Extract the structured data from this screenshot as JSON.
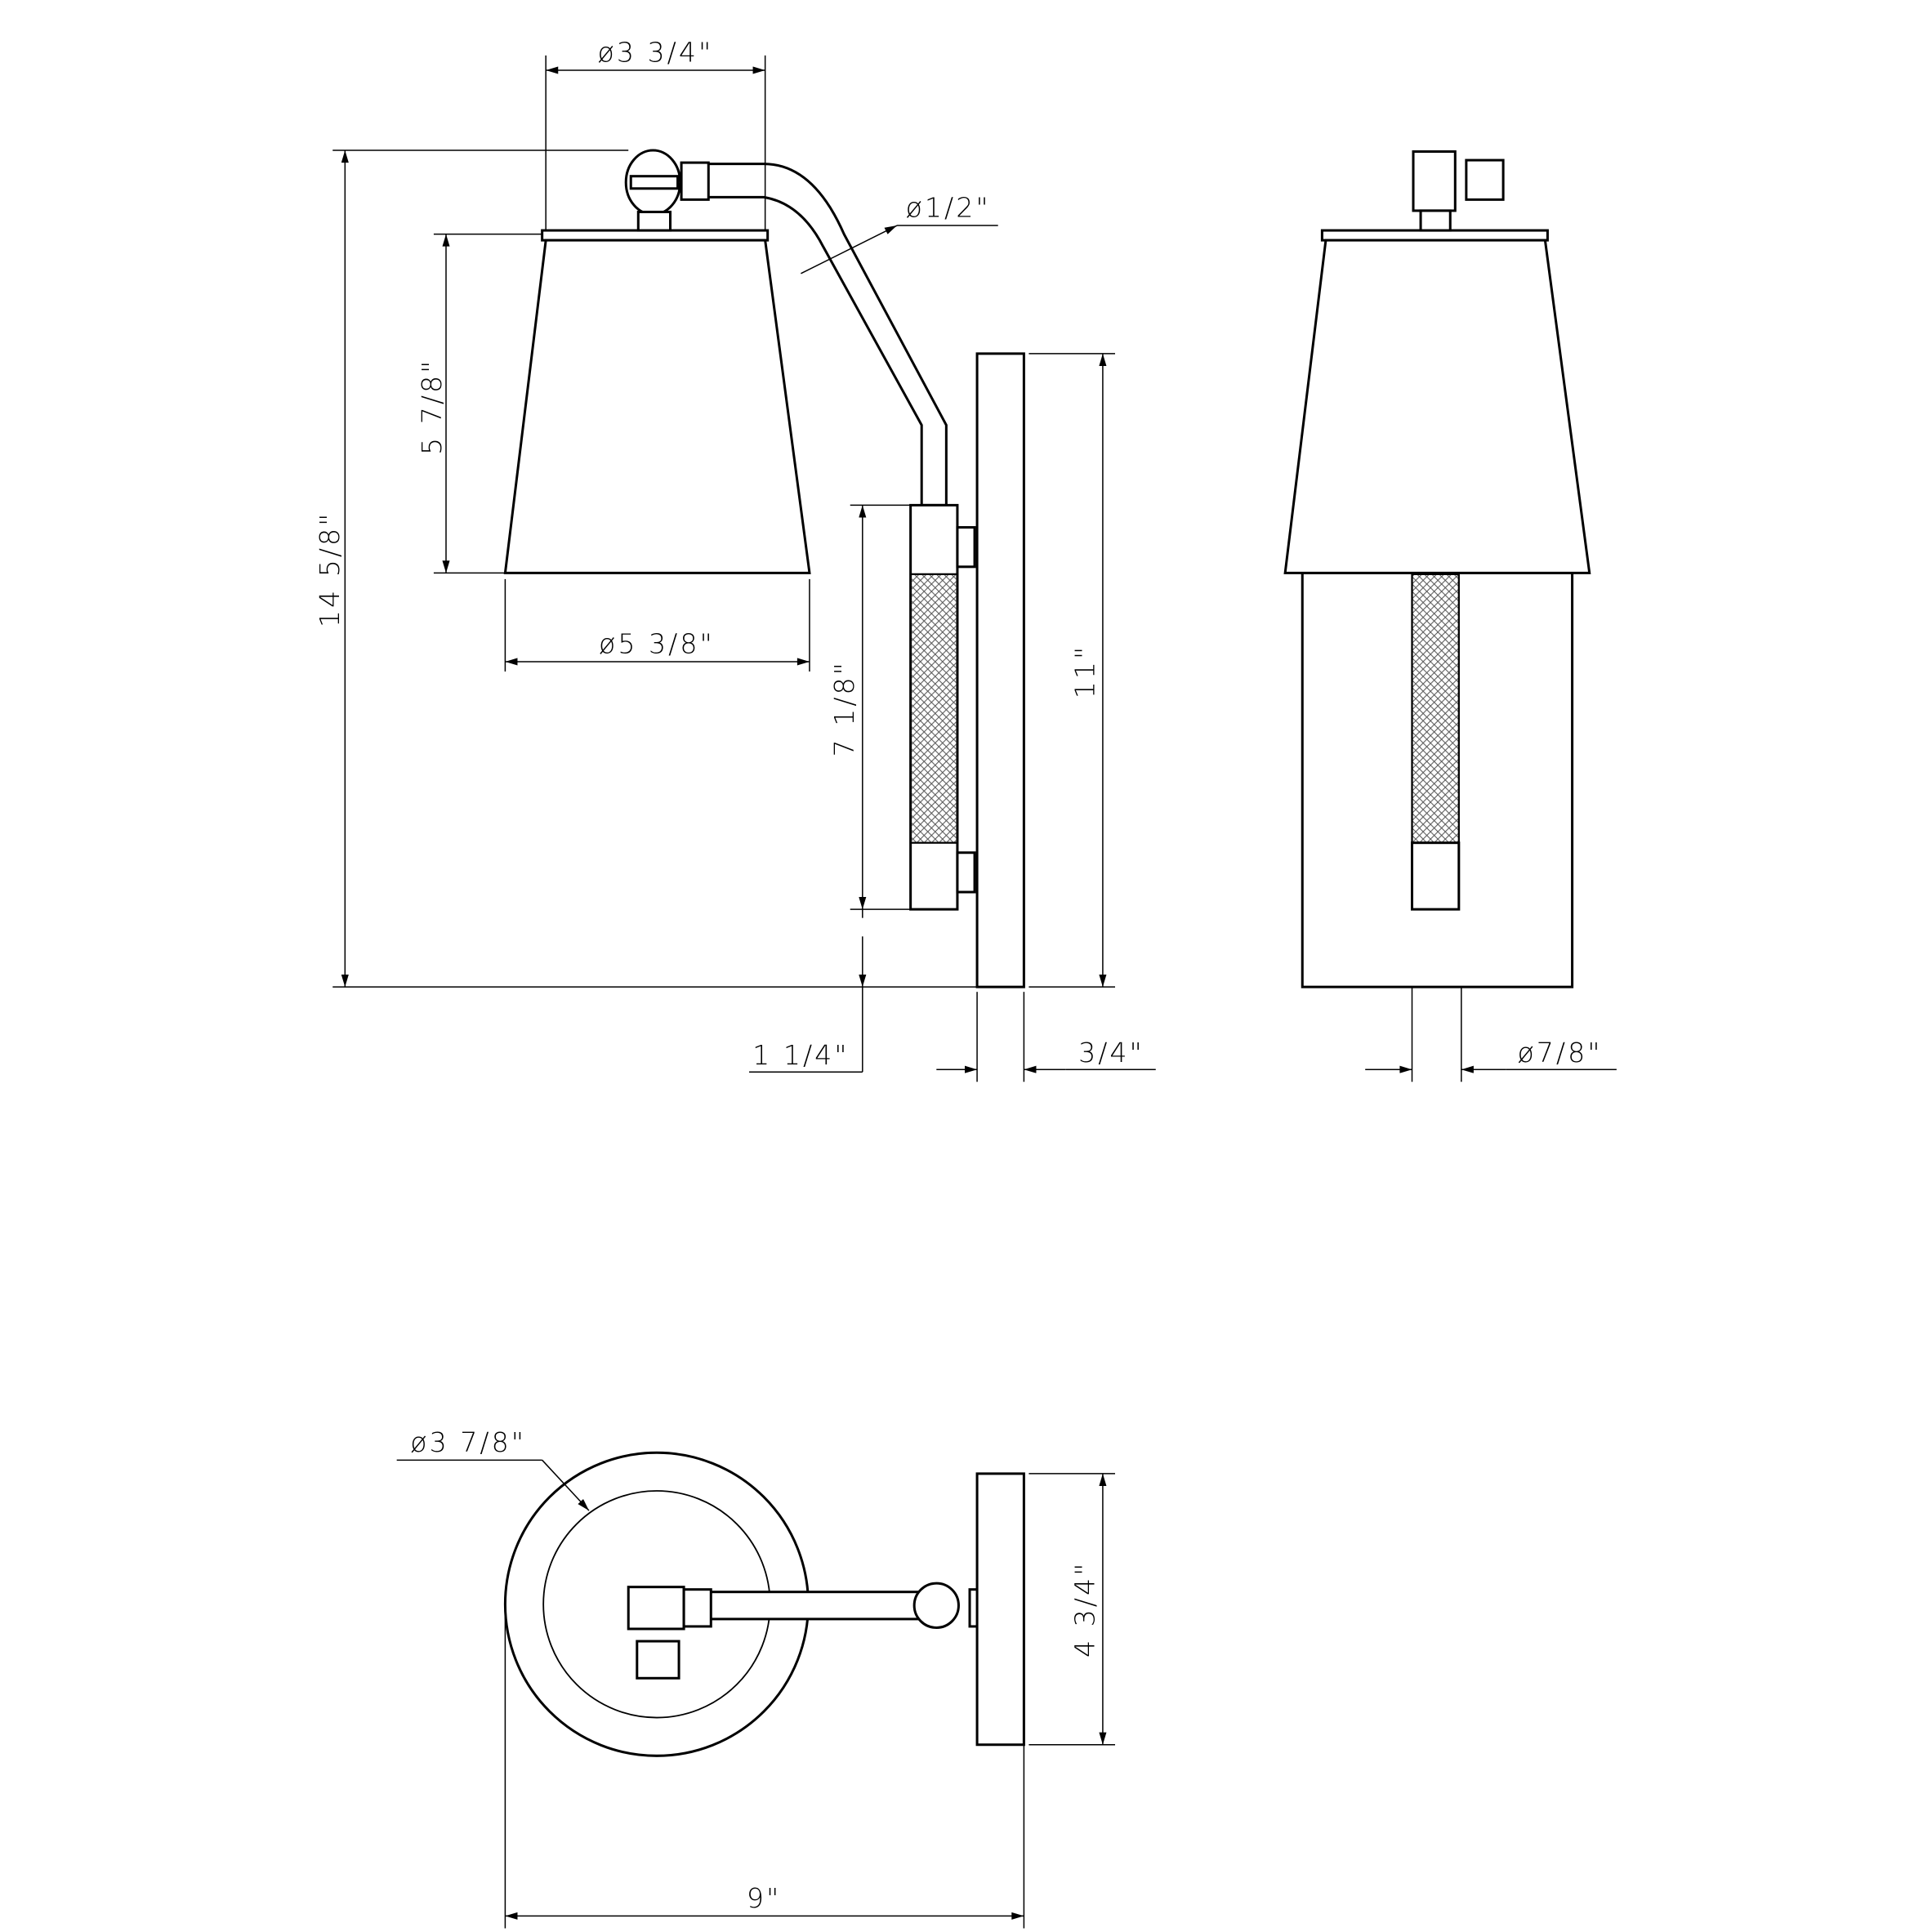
{
  "title": "Wall sconce dimension drawing",
  "dimensions": {
    "shade_top_diameter": "ø3 3/4\"",
    "arm_diameter": "ø1/2\"",
    "shade_height": "5 7/8\"",
    "overall_height": "14 5/8\"",
    "shade_bottom_diameter": "ø5 3/8\"",
    "stem_height": "7 1/8\"",
    "backplate_height": "11\"",
    "bottom_offset": "1 1/4\"",
    "backplate_depth": "3/4\"",
    "stem_diameter": "ø7/8\"",
    "top_view_diameter": "ø3 7/8\"",
    "backplate_width": "4 3/4\"",
    "overall_extension": "9\""
  }
}
